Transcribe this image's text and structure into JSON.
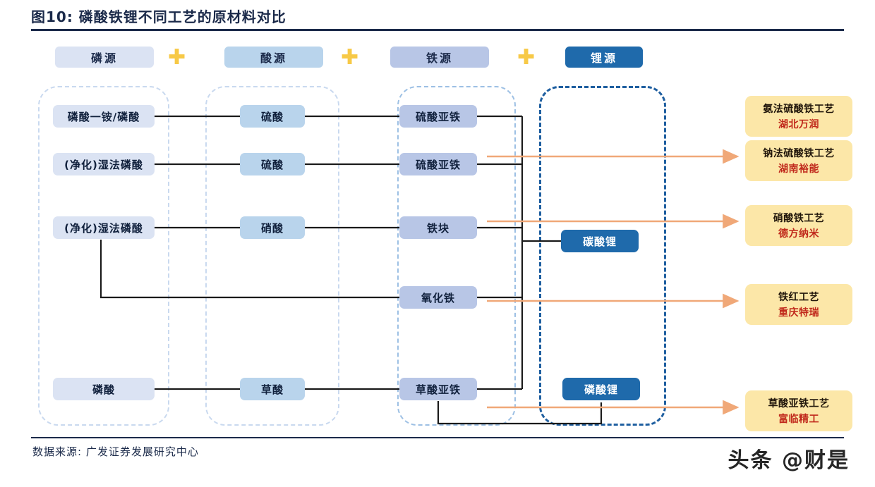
{
  "title": "图10:  磷酸铁锂不同工艺的原材料对比",
  "categories": [
    {
      "label": "磷源",
      "tone": "light"
    },
    {
      "label": "酸源",
      "tone": "mid"
    },
    {
      "label": "铁源",
      "tone": "iron"
    },
    {
      "label": "锂源",
      "tone": "dark"
    }
  ],
  "plus_symbol": "✚",
  "columns": {
    "phosphorus": {
      "name": "磷源",
      "nodes": [
        "磷酸一铵/磷酸",
        "(净化)湿法磷酸",
        "(净化)湿法磷酸",
        "磷酸"
      ]
    },
    "acid": {
      "name": "酸源",
      "nodes": [
        "硫酸",
        "硫酸",
        "硝酸",
        "草酸"
      ]
    },
    "iron": {
      "name": "铁源",
      "nodes": [
        "硫酸亚铁",
        "硫酸亚铁",
        "铁块",
        "氧化铁",
        "草酸亚铁"
      ]
    },
    "lithium": {
      "name": "锂源",
      "nodes": [
        "碳酸锂",
        "磷酸锂"
      ]
    }
  },
  "results": [
    {
      "process": "氨法硫酸铁工艺",
      "company": "湖北万润"
    },
    {
      "process": "钠法硫酸铁工艺",
      "company": "湖南裕能"
    },
    {
      "process": "硝酸铁工艺",
      "company": "德方纳米"
    },
    {
      "process": "铁红工艺",
      "company": "重庆特瑞"
    },
    {
      "process": "草酸亚铁工艺",
      "company": "富临精工"
    }
  ],
  "footer": {
    "source": "数据来源:  广发证券发展研究中心",
    "watermark": "头条 @财是"
  },
  "colors": {
    "title": "#1b2a4a",
    "chip_light": "#dbe3f3",
    "chip_mid": "#b9d4ec",
    "chip_iron": "#b8c6e6",
    "chip_dark": "#1f6aab",
    "plus": "#f7c947",
    "result_bg": "#fce7a8",
    "result_company": "#c0281b",
    "arrow": "#f0a878",
    "wire": "#1a1a1a"
  }
}
